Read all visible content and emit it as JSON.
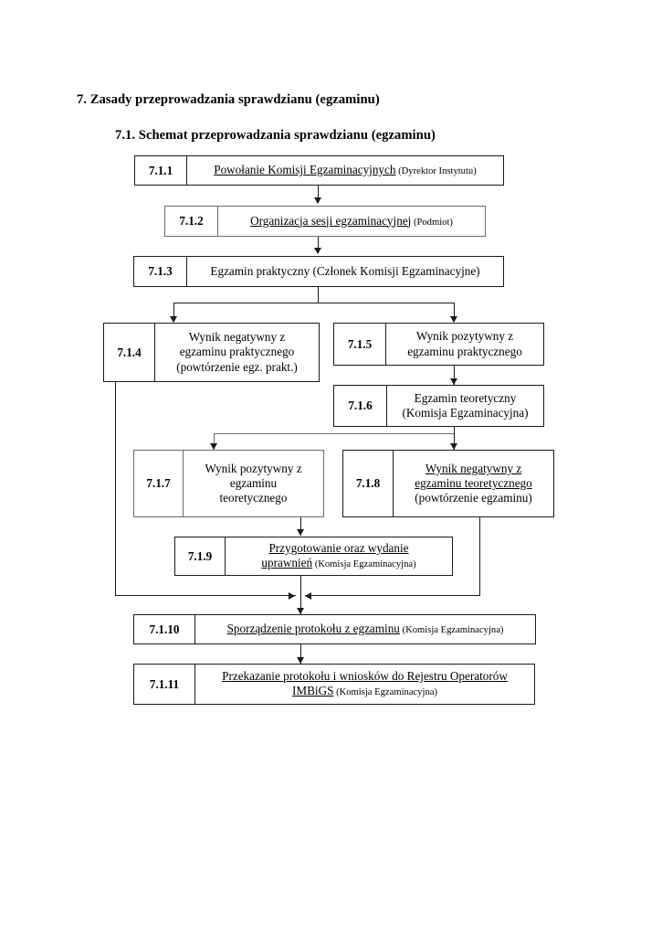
{
  "document": {
    "heading_main": "7. Zasady przeprowadzania sprawdzianu (egzaminu)",
    "heading_sub": "7.1. Schemat przeprowadzania sprawdzianu (egzaminu)"
  },
  "flowchart": {
    "type": "diagram",
    "orientation": "top-to-bottom",
    "nodes": [
      {
        "id": "7.1.1",
        "number": "7.1.1",
        "underlined_text": "Powołanie Komisji Egzaminacyjnych",
        "actor": "(Dyrektor Instytutu)",
        "lines": [
          "Powołanie Komisji Egzaminacyjnych (Dyrektor Instytutu)"
        ]
      },
      {
        "id": "7.1.2",
        "number": "7.1.2",
        "underlined_text": "Organizacja sesji egzaminacyjnej",
        "actor": "(Podmiot)",
        "lines": [
          "Organizacja sesji egzaminacyjnej (Podmiot)"
        ]
      },
      {
        "id": "7.1.3",
        "number": "7.1.3",
        "underlined_text": "",
        "actor": "(Członek Komisji Egzaminacyjne)",
        "lines": [
          "Egzamin praktyczny (Członek Komisji Egzaminacyjne)"
        ]
      },
      {
        "id": "7.1.4",
        "number": "7.1.4",
        "underlined_text": "",
        "actor": "",
        "lines": [
          "Wynik negatywny z",
          "egzaminu praktycznego",
          "(powtórzenie egz. prakt.)"
        ]
      },
      {
        "id": "7.1.5",
        "number": "7.1.5",
        "underlined_text": "",
        "actor": "",
        "lines": [
          "Wynik pozytywny z",
          "egzaminu praktycznego"
        ]
      },
      {
        "id": "7.1.6",
        "number": "7.1.6",
        "underlined_text": "",
        "actor": "(Komisja Egzaminacyjna)",
        "lines": [
          "Egzamin teoretyczny",
          "(Komisja Egzaminacyjna)"
        ]
      },
      {
        "id": "7.1.7",
        "number": "7.1.7",
        "underlined_text": "",
        "actor": "",
        "lines": [
          "Wynik pozytywny z",
          "egzaminu",
          "teoretycznego"
        ]
      },
      {
        "id": "7.1.8",
        "number": "7.1.8",
        "underlined_text": "Wynik negatywny z egzaminu teoretycznego",
        "actor": "",
        "lines": [
          "Wynik negatywny z",
          "egzaminu teoretycznego",
          "(powtórzenie egzaminu)"
        ]
      },
      {
        "id": "7.1.9",
        "number": "7.1.9",
        "underlined_text": "Przygotowanie oraz wydanie uprawnień",
        "actor": "(Komisja Egzaminacyjna)",
        "lines": [
          "Przygotowanie oraz wydanie",
          "uprawnień (Komisja Egzaminacyjna)"
        ]
      },
      {
        "id": "7.1.10",
        "number": "7.1.10",
        "underlined_text": "Sporządzenie protokołu z egzaminu",
        "actor": "(Komisja Egzaminacyjna)",
        "lines": [
          "Sporządzenie protokołu z egzaminu (Komisja Egzaminacyjna)"
        ]
      },
      {
        "id": "7.1.11",
        "number": "7.1.11",
        "underlined_text": "Przekazanie protokołu i wniosków do Rejestru Operatorów IMBiGS",
        "actor": "(Komisja Egzaminacyjna)",
        "lines": [
          "Przekazanie protokołu i wniosków do Rejestru Operatorów",
          "IMBiGS (Komisja Egzaminacyjna)"
        ]
      }
    ],
    "node_text": {
      "n1_main": "Powołanie Komisji Egzaminacyjnych",
      "n1_actor": " (Dyrektor Instytutu)",
      "n2_main": "Organizacja sesji egzaminacyjnej",
      "n2_actor": " (Podmiot)",
      "n3_full": "Egzamin praktyczny (Członek Komisji Egzaminacyjne)",
      "n4_l1": "Wynik negatywny z",
      "n4_l2": "egzaminu praktycznego",
      "n4_l3": "(powtórzenie egz. prakt.)",
      "n5_l1": "Wynik pozytywny z",
      "n5_l2": "egzaminu praktycznego",
      "n6_l1": "Egzamin teoretyczny",
      "n6_l2": "(Komisja Egzaminacyjna)",
      "n7_l1": "Wynik pozytywny z",
      "n7_l2": "egzaminu",
      "n7_l3": "teoretycznego",
      "n8_l1": "Wynik negatywny z",
      "n8_l2": "egzaminu teoretycznego",
      "n8_l3": "(powtórzenie egzaminu)",
      "n9_l1": "Przygotowanie oraz wydanie",
      "n9_l2u": "uprawnień",
      "n9_l2a": " (Komisja Egzaminacyjna)",
      "n10_main": "Sporządzenie protokołu z egzaminu",
      "n10_actor": " (Komisja Egzaminacyjna)",
      "n11_l1": "Przekazanie protokołu i wniosków do Rejestru Operatorów",
      "n11_l2u": "IMBiGS",
      "n11_l2a": " (Komisja Egzaminacyjna)"
    },
    "edges": [
      {
        "from": "7.1.1",
        "to": "7.1.2"
      },
      {
        "from": "7.1.2",
        "to": "7.1.3"
      },
      {
        "from": "7.1.3",
        "to": "7.1.4"
      },
      {
        "from": "7.1.3",
        "to": "7.1.5"
      },
      {
        "from": "7.1.5",
        "to": "7.1.6"
      },
      {
        "from": "7.1.6",
        "to": "7.1.7"
      },
      {
        "from": "7.1.6",
        "to": "7.1.8"
      },
      {
        "from": "7.1.7",
        "to": "7.1.9"
      },
      {
        "from": "7.1.9",
        "to": "7.1.10"
      },
      {
        "from": "7.1.4",
        "to": "7.1.10"
      },
      {
        "from": "7.1.8",
        "to": "7.1.10"
      },
      {
        "from": "7.1.10",
        "to": "7.1.11"
      }
    ]
  }
}
